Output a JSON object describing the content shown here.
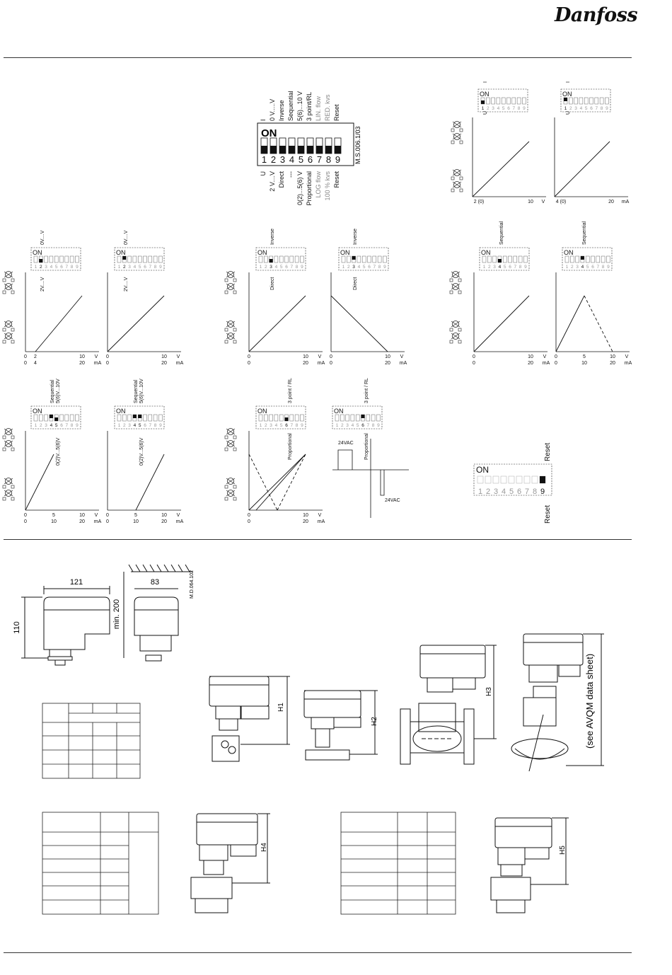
{
  "brand": "Danfoss",
  "dip_switch": {
    "on_label": "ON",
    "numbers": [
      "1",
      "2",
      "3",
      "4",
      "5",
      "6",
      "7",
      "8",
      "9"
    ],
    "code": "M.S.006.1/03",
    "off_labels": [
      "U",
      "2 V....V",
      "Direct",
      "---",
      "0(2)...5(6) V",
      "Proportional",
      "LOG flow",
      "100 % kvs",
      "Reset"
    ],
    "on_labels": [
      "I",
      "0 V.....V",
      "Inverse",
      "Sequential",
      "5(6)...10 V",
      "3 point/RL",
      "LIN. flow",
      "RED. kvs",
      "Reset"
    ]
  },
  "charts": {
    "u_i": {
      "v_ticks": [
        "2 (0)",
        "10",
        "V"
      ],
      "ma_ticks": [
        "4 (0)",
        "20",
        "mA"
      ],
      "switch_labels": [
        "U",
        "I"
      ]
    },
    "zero": {
      "left_v": [
        "0",
        "2",
        "10",
        "V"
      ],
      "left_ma": [
        "0",
        "4",
        "20",
        "mA"
      ],
      "right_v": [
        "0",
        "10",
        "V"
      ],
      "right_ma": [
        "0",
        "20",
        "mA"
      ],
      "label_off": "2V....V",
      "label_on": "0V....V"
    },
    "direction": {
      "v": [
        "0",
        "10",
        "V"
      ],
      "ma": [
        "0",
        "20",
        "mA"
      ],
      "label_off": "Direct",
      "label_on": "Inverse"
    },
    "sequential_single": {
      "left_v": [
        "0",
        "10",
        "V"
      ],
      "left_ma": [
        "0",
        "20",
        "mA"
      ],
      "right_v": [
        "0",
        "5",
        "10",
        "V"
      ],
      "right_ma": [
        "0",
        "10",
        "20",
        "mA"
      ],
      "label_on": "Sequential"
    },
    "sequential_split": {
      "v": [
        "0",
        "5",
        "10",
        "V"
      ],
      "ma": [
        "0",
        "10",
        "20",
        "mA"
      ],
      "label_seq": "Sequential",
      "label_hi": "5(6)V...10V",
      "label_lo": "0(2)V...5(6)V"
    },
    "three_point": {
      "v": [
        "0",
        "10",
        "V"
      ],
      "ma": [
        "0",
        "20",
        "mA"
      ],
      "label_on": "3 point / RL",
      "label_off": "Proportional",
      "vac_top": "24VAC",
      "vac_bottom": "24VAC"
    },
    "reset": {
      "label": "Reset"
    }
  },
  "dimensions": {
    "width": "121",
    "depth": "83",
    "height": "110",
    "clearance": "min. 200",
    "drawing_code": "M.D.064.102"
  },
  "heights": [
    "H1",
    "H2",
    "H3",
    "H4",
    "H5"
  ],
  "avqm_note": "(see AVQM data sheet)"
}
